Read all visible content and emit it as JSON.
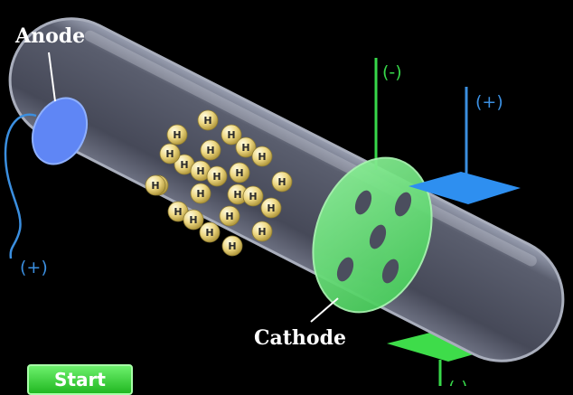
{
  "labels": {
    "anode": "Anode",
    "cathode": "Cathode",
    "cathode_terminal_sign": "(-)",
    "anode_plate_sign": "(+)",
    "anode_wire_sign": "(+)",
    "bottom_plate_sign": "(-)"
  },
  "particles": {
    "symbol": "H",
    "count": 24
  },
  "controls": {
    "start_label": "Start"
  },
  "colors": {
    "background": "#000000",
    "tube_fill": "#4b4e5e",
    "anode_disc": "#5f86f5",
    "cathode_disc": "#5ddc6e",
    "wire_blue": "#3b8fe0",
    "wire_green": "#37d84a",
    "plate_blue": "#2e8ff0",
    "plate_green": "#3edc4a",
    "particle": "#e8d27a"
  }
}
